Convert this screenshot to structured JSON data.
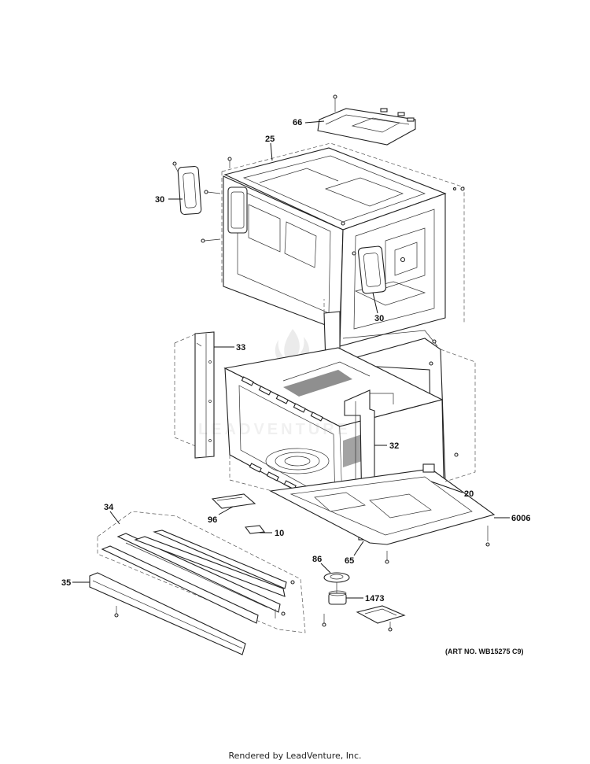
{
  "callouts": [
    {
      "id": "66",
      "label": "66"
    },
    {
      "id": "25",
      "label": "25"
    },
    {
      "id": "30a",
      "label": "30"
    },
    {
      "id": "30b",
      "label": "30"
    },
    {
      "id": "33",
      "label": "33"
    },
    {
      "id": "32",
      "label": "32"
    },
    {
      "id": "20",
      "label": "20"
    },
    {
      "id": "6006",
      "label": "6006"
    },
    {
      "id": "34",
      "label": "34"
    },
    {
      "id": "96",
      "label": "96"
    },
    {
      "id": "10",
      "label": "10"
    },
    {
      "id": "86",
      "label": "86"
    },
    {
      "id": "65",
      "label": "65"
    },
    {
      "id": "35",
      "label": "35"
    },
    {
      "id": "1473",
      "label": "1473"
    }
  ],
  "art_number": "(ART NO. WB15275 C9)",
  "footer": "Rendered by LeadVenture, Inc.",
  "watermark_logo": "LEADVENTURE"
}
